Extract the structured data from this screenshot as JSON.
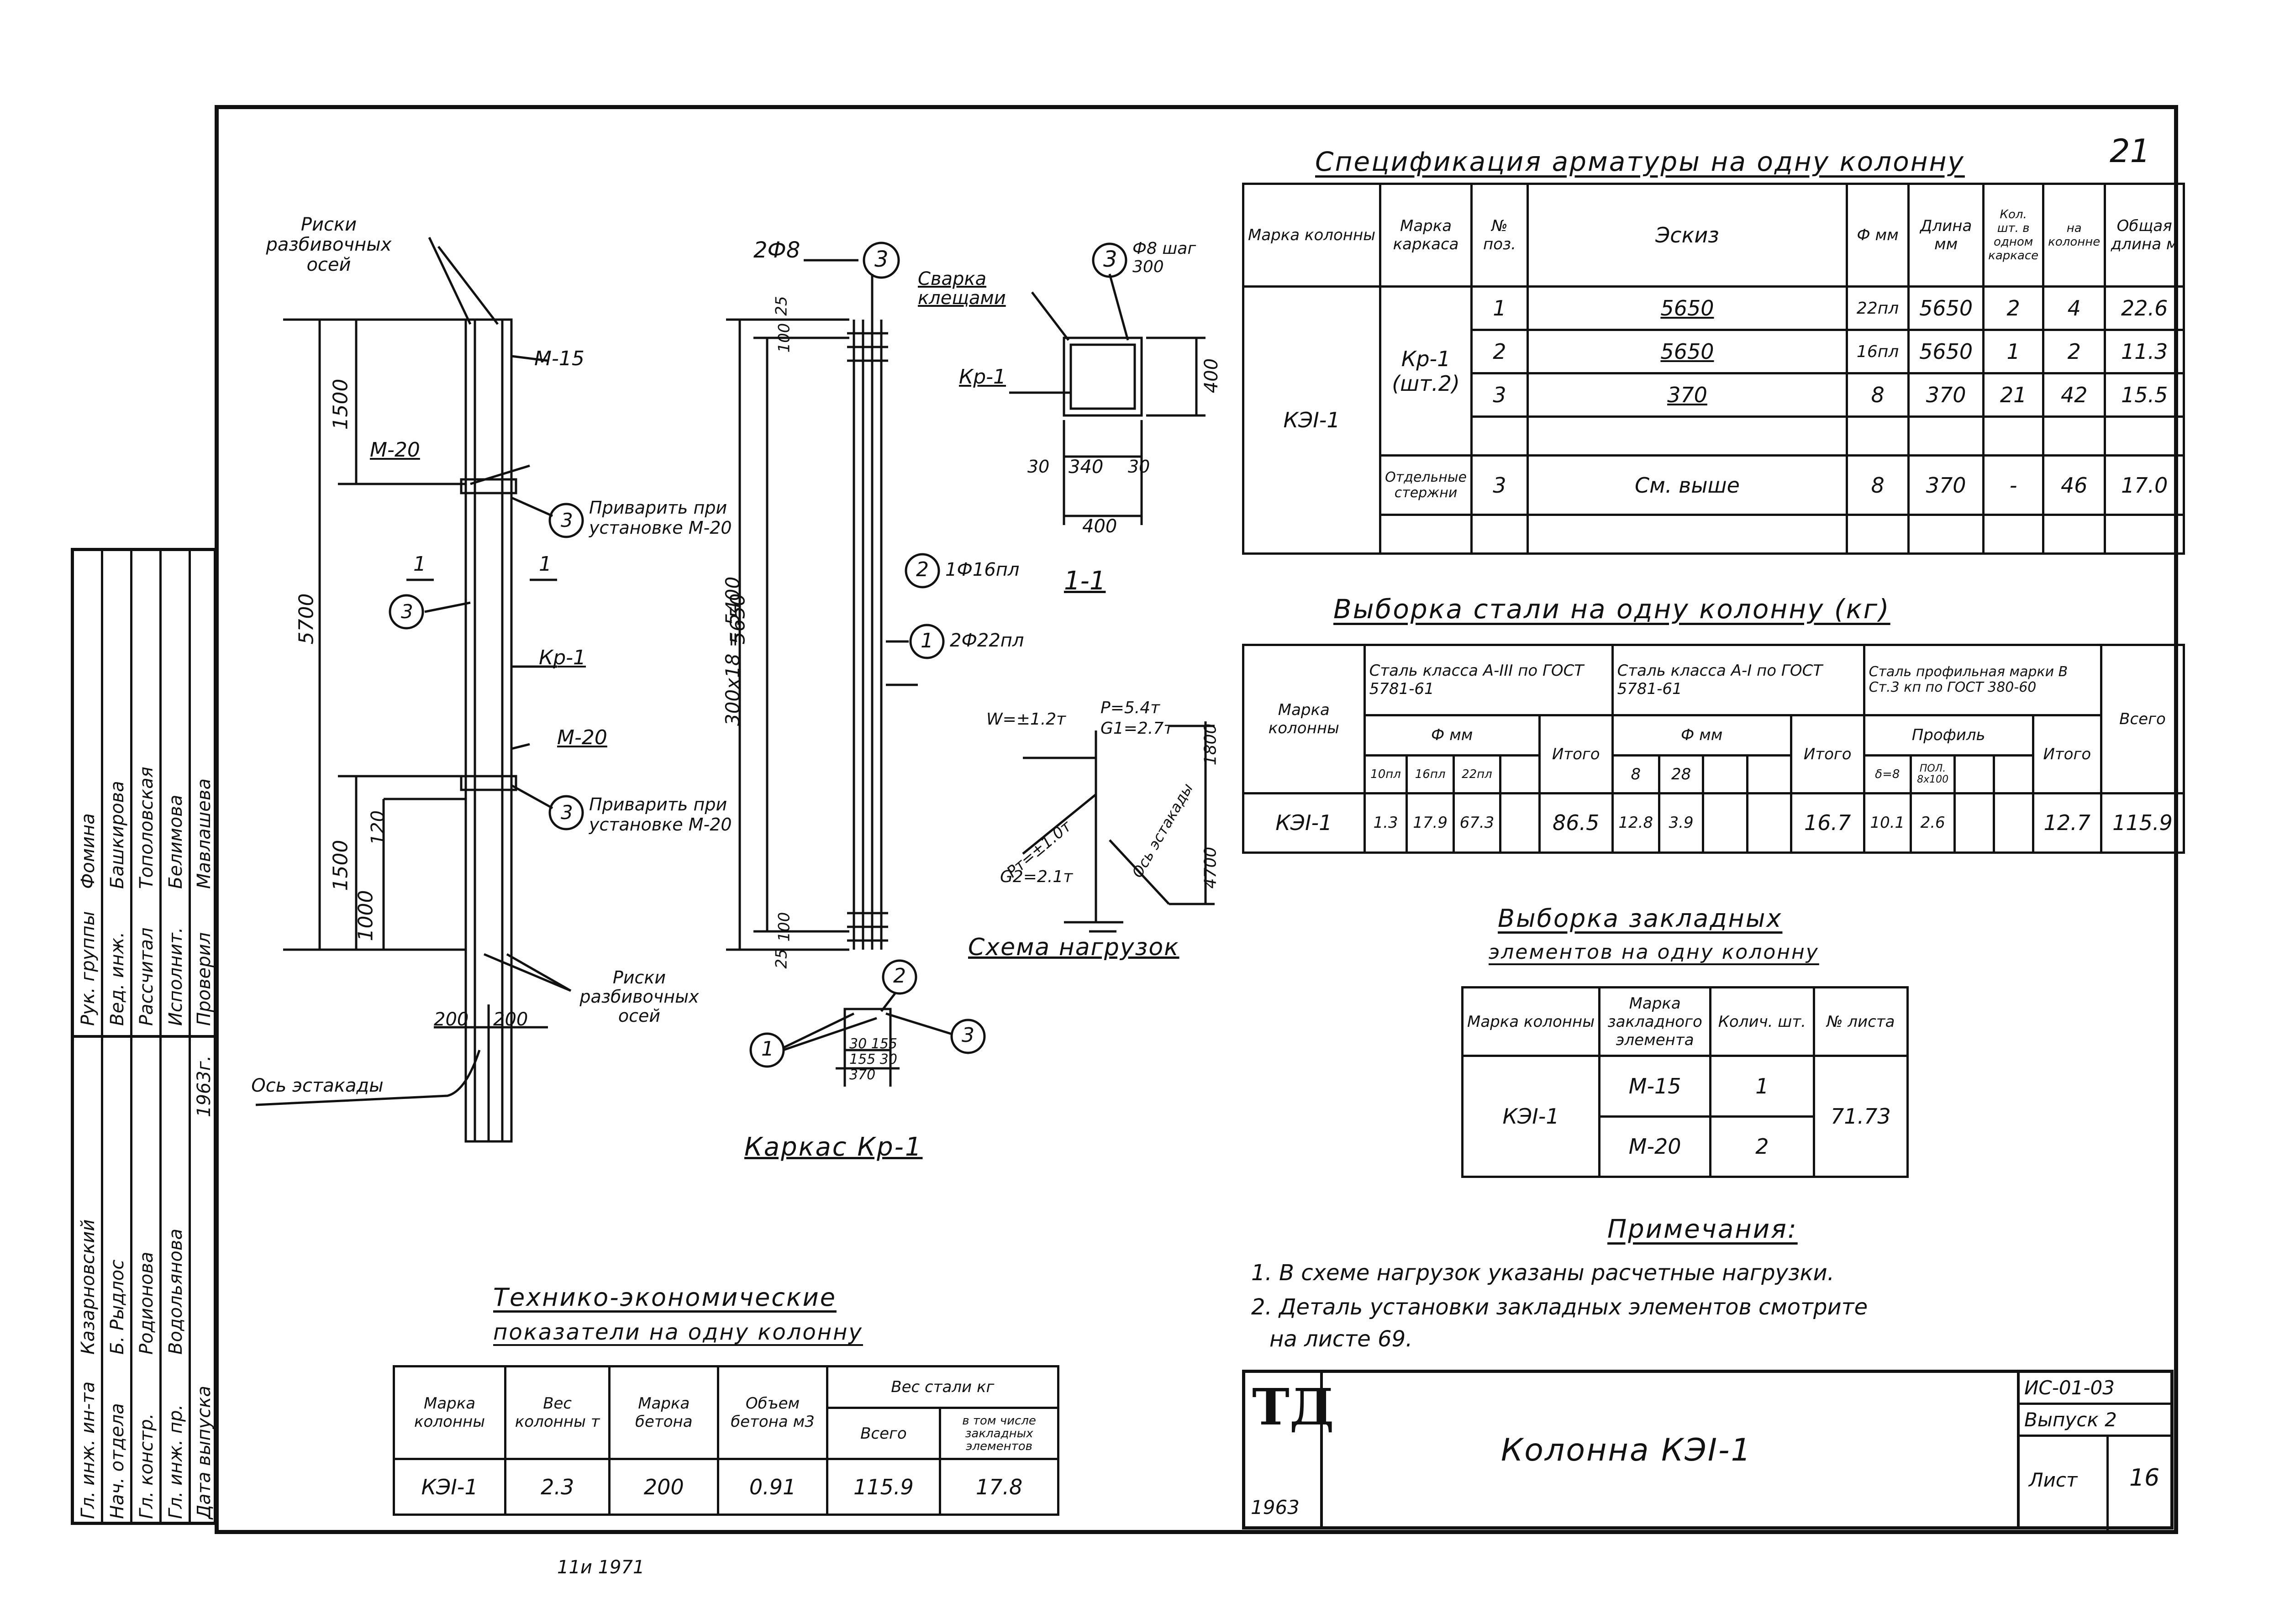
{
  "sheet_number_top": "21",
  "spec": {
    "title": "Спецификация арматуры на одну колонну",
    "headers": {
      "brand_column": "Марка колонны",
      "brand_frame": "Марка каркаса",
      "pos": "№ поз.",
      "sketch": "Эскиз",
      "dia": "Ф мм",
      "length": "Длина мм",
      "count_one": "Кол. шт. в одном каркасе",
      "count_total": "на колонне",
      "total_length": "Общая длина м"
    },
    "column": "КЭI-1",
    "frame": "Кр-1 (шт.2)",
    "separate": "Отдельные стержни",
    "rows": [
      {
        "pos": "1",
        "sketch": "5650",
        "dia": "22пл",
        "len": "5650",
        "c1": "2",
        "c2": "4",
        "total": "22.6"
      },
      {
        "pos": "2",
        "sketch": "5650",
        "dia": "16пл",
        "len": "5650",
        "c1": "1",
        "c2": "2",
        "total": "11.3"
      },
      {
        "pos": "3",
        "sketch": "370",
        "dia": "8",
        "len": "370",
        "c1": "21",
        "c2": "42",
        "total": "15.5"
      },
      {
        "pos": "3",
        "sketch": "См. выше",
        "dia": "8",
        "len": "370",
        "c1": "-",
        "c2": "46",
        "total": "17.0"
      }
    ]
  },
  "steel": {
    "title": "Выборка стали на одну колонну (кг)",
    "h_brand": "Марка колонны",
    "h_a3": "Сталь класса А-III по ГОСТ 5781-61",
    "h_a1": "Сталь класса А-I по ГОСТ 5781-61",
    "h_prof": "Сталь профильная марки В Ст.3 кп по ГОСТ 380-60",
    "h_total": "Всего",
    "h_dia": "Ф мм",
    "h_itogo": "Итого",
    "h_profile": "Профиль",
    "sub_a3": [
      "10пл",
      "16пл",
      "22пл"
    ],
    "sub_a1": [
      "8",
      "28"
    ],
    "sub_prof": [
      "δ=8",
      "ПОЛ. 8х100"
    ],
    "row": {
      "brand": "КЭI-1",
      "a3": [
        "1.3",
        "17.9",
        "67.3"
      ],
      "a3_total": "86.5",
      "a1": [
        "12.8",
        "3.9"
      ],
      "a1_total": "16.7",
      "prof": [
        "10.1",
        "2.6"
      ],
      "prof_total": "12.7",
      "total": "115.9"
    }
  },
  "embed": {
    "title1": "Выборка закладных",
    "title2": "элементов на одну колонну",
    "h_brand": "Марка колонны",
    "h_elem": "Марка закладного элемента",
    "h_count": "Колич. шт.",
    "h_sheet": "№ листа",
    "brand": "КЭI-1",
    "rows": [
      {
        "elem": "М-15",
        "count": "1"
      },
      {
        "elem": "М-20",
        "count": "2"
      }
    ],
    "sheet": "71.73"
  },
  "notes": {
    "title": "Примечания:",
    "n1": "1. В схеме нагрузок указаны расчетные нагрузки.",
    "n2": "2. Деталь установки закладных элементов смотрите",
    "n3": "на листе 69."
  },
  "tech": {
    "title1": "Технико-экономические",
    "title2": "показатели на одну колонну",
    "h_brand": "Марка колонны",
    "h_weight": "Вес колонны т",
    "h_concrete": "Марка бетона",
    "h_volume": "Объем бетона м3",
    "h_steel": "Вес стали кг",
    "h_all": "Всего",
    "h_emb": "в том числе закладных элементов",
    "row": {
      "brand": "КЭI-1",
      "weight": "2.3",
      "concrete": "200",
      "volume": "0.91",
      "steel": "115.9",
      "emb": "17.8"
    }
  },
  "drawing": {
    "column_labels": {
      "risks_top": "Риски разбивочных осей",
      "m15": "М-15",
      "m20a": "М-20",
      "weld1": "Приварить при установке М-20",
      "kr1": "Кр-1",
      "m20b": "М-20",
      "weld2": "Приварить при установке М-20",
      "risks_bot": "Риски разбивочных осей",
      "axis": "Ось эстакады",
      "dims": [
        "1500",
        "5700",
        "1500",
        "1000",
        "120",
        "200",
        "200"
      ],
      "section_mark": "1",
      "callout_3": "3"
    },
    "frame": {
      "title": "Каркас Кр-1",
      "top_bar": "2Ф8",
      "b1": "1Ф16пл",
      "b2": "2Ф22пл",
      "dims": [
        "5650",
        "300х18 = 5400",
        "25",
        "100",
        "25",
        "100"
      ],
      "bottom_dims": "30 155 155 30 370",
      "c1": "1",
      "c2": "2",
      "c3": "3"
    },
    "section": {
      "title": "1-1",
      "weld": "Сварка клещами",
      "kr": "Кр-1",
      "stirrup": "Ф8 шаг 300",
      "dims": [
        "30",
        "340",
        "30",
        "400",
        "400"
      ],
      "c3": "3"
    },
    "load": {
      "title": "Схема нагрузок",
      "w": "W=±1.2т",
      "p": "P=5.4т",
      "g1": "G1=2.7т",
      "pt": "Pт=±1.0т",
      "g2": "G2=2.1т",
      "axis": "Ось эстакады",
      "dims": [
        "4700",
        "1800"
      ]
    }
  },
  "stamp": {
    "logo": "ТД",
    "year": "1963",
    "title": "Колонна КЭI-1",
    "code": "ИС-01-03",
    "issue": "Выпуск 2",
    "sheet_label": "Лист",
    "sheet": "16"
  },
  "sidebar": {
    "rows": [
      [
        "Гл. инж. ин-та",
        "Казарновский",
        "Рук. группы",
        "Фомина"
      ],
      [
        "Нач. отдела",
        "Б. Рыдлос",
        "Вед. инж.",
        "Башкирова"
      ],
      [
        "Гл. констр.",
        "Родионова",
        "Рассчитал",
        "Тополовская"
      ],
      [
        "Гл. инж. пр.",
        "Водольянова",
        "Исполнит.",
        "Белимова"
      ],
      [
        "Дата выпуска",
        "1963г.",
        "Проверил",
        "Мавлашева"
      ]
    ]
  },
  "bottom_stamp": "11и 1971"
}
